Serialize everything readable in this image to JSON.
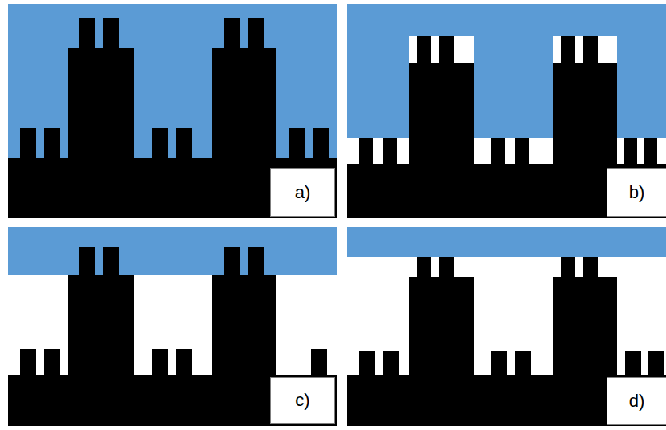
{
  "diagram": {
    "nodes": [
      {
        "text": [
          "a)"
        ]
      },
      {
        "text": [
          "b)"
        ]
      },
      {
        "text": [
          "c)"
        ]
      },
      {
        "text": [
          "d)"
        ]
      }
    ]
  }
}
